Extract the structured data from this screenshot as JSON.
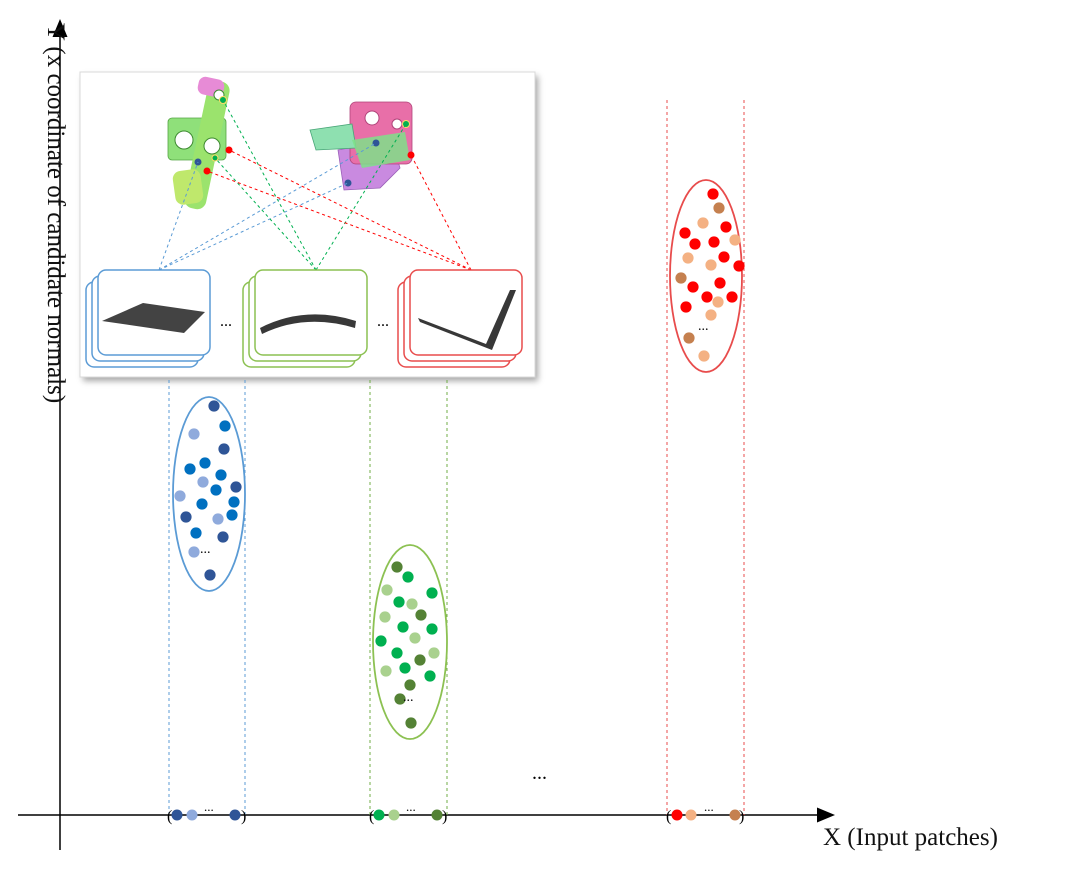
{
  "axes": {
    "x_label": "X (Input patches)",
    "y_label": "Y (x coordinate of candidate normals)"
  },
  "ellipsis": "...",
  "colors": {
    "blue": "#5b9bd5",
    "green": "#8cc152",
    "red": "#e84c4c",
    "blue_dots": [
      "#2f5597",
      "#0070c0",
      "#8faadc"
    ],
    "green_dots": [
      "#548235",
      "#00b050",
      "#a9d18e"
    ],
    "red_dots": [
      "#ff0000",
      "#f4b183",
      "#c5804f"
    ]
  },
  "clusters": [
    {
      "name": "blue",
      "legend": "blue"
    },
    {
      "name": "green",
      "legend": "green"
    },
    {
      "name": "red",
      "legend": "red"
    }
  ]
}
